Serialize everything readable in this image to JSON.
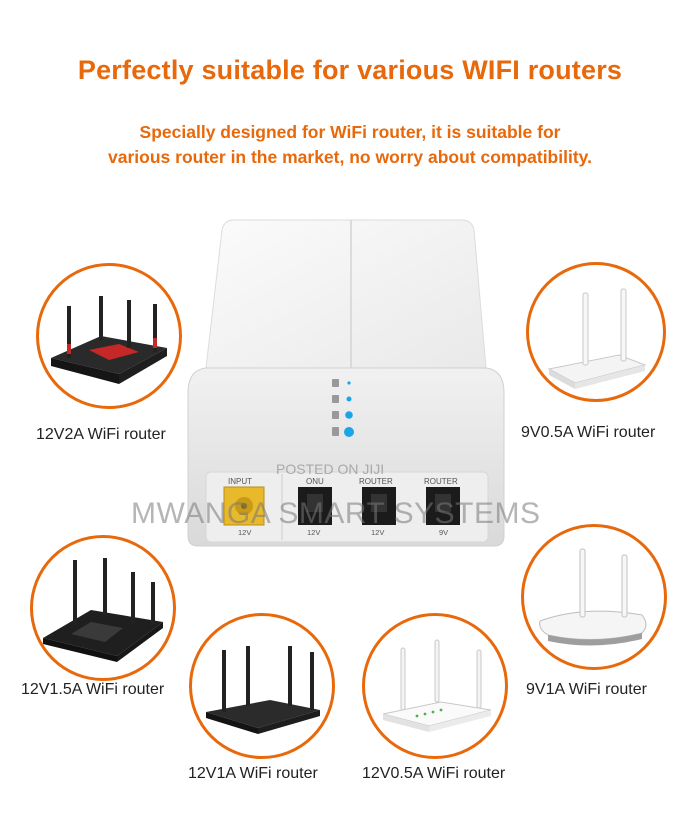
{
  "headline": "Perfectly suitable for various WIFI routers",
  "subheadline": {
    "line1": "Specially designed for WiFi router, it is suitable for",
    "line2": "various router in the market, no worry about compatibility."
  },
  "routers": {
    "r1": "12V2A WiFi router",
    "r2": "9V0.5A WiFi router",
    "r3": "12V1.5A WiFi router",
    "r4": "9V1A WiFi router",
    "r5": "12V1A WiFi router",
    "r6": "12V0.5A WiFi router"
  },
  "ups": {
    "ports": [
      {
        "name": "INPUT",
        "voltage": "12V"
      },
      {
        "name": "ONU",
        "voltage": "12V"
      },
      {
        "name": "ROUTER",
        "voltage": "12V"
      },
      {
        "name": "ROUTER",
        "voltage": "9V"
      }
    ]
  },
  "watermark": {
    "small": "POSTED ON JIJI",
    "large": "MWANGA SMART SYSTEMS"
  },
  "colors": {
    "accent": "#e8690b",
    "circle_border": "#e8690b",
    "led_blue": "#1aa6e6"
  }
}
